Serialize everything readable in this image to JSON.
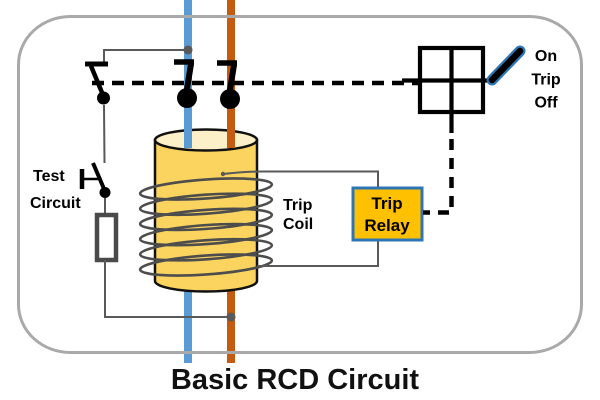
{
  "diagram": {
    "title": "Basic RCD Circuit",
    "labels": {
      "test_circuit": {
        "line1": "Test",
        "line2": "Circuit"
      },
      "trip_coil": {
        "line1": "Trip",
        "line2": "Coil"
      },
      "trip_relay": {
        "line1": "Trip",
        "line2": "Relay"
      },
      "switch_positions": {
        "on": "On",
        "trip": "Trip",
        "off": "Off"
      }
    },
    "colors": {
      "wire_blue": "#5B9BD5",
      "wire_orange": "#C55A11",
      "core_body": "#FAD45F",
      "core_top": "#FCF0C8",
      "relay_fill": "#FFC000",
      "relay_border": "#2E75B6",
      "handle_outline": "#2E75B6",
      "thin_wire": "#595959",
      "coil_wire": "#4D4D4D",
      "resistor_border": "#4A4A4A",
      "frame": "#A9A9A9",
      "black": "#000000"
    }
  }
}
